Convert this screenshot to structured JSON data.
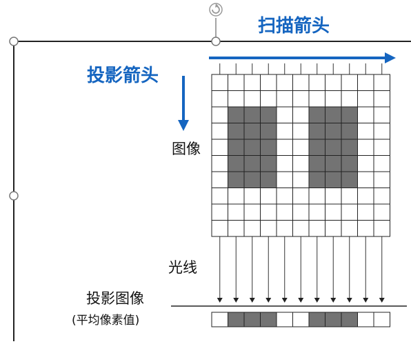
{
  "labels": {
    "scan_arrow": "扫描箭头",
    "projection_arrow": "投影箭头",
    "image": "图像",
    "rays": "光线",
    "projection_image": "投影图像",
    "projection_note": "(平均像素值)"
  },
  "grid": {
    "rows": 10,
    "cols": 11,
    "filled_cells": [
      [
        2,
        1
      ],
      [
        2,
        2
      ],
      [
        2,
        3
      ],
      [
        2,
        6
      ],
      [
        2,
        7
      ],
      [
        2,
        8
      ],
      [
        3,
        1
      ],
      [
        3,
        2
      ],
      [
        3,
        3
      ],
      [
        3,
        6
      ],
      [
        3,
        7
      ],
      [
        3,
        8
      ],
      [
        4,
        1
      ],
      [
        4,
        2
      ],
      [
        4,
        3
      ],
      [
        4,
        6
      ],
      [
        4,
        7
      ],
      [
        4,
        8
      ],
      [
        5,
        1
      ],
      [
        5,
        2
      ],
      [
        5,
        3
      ],
      [
        5,
        6
      ],
      [
        5,
        7
      ],
      [
        5,
        8
      ],
      [
        6,
        1
      ],
      [
        6,
        2
      ],
      [
        6,
        3
      ],
      [
        6,
        6
      ],
      [
        6,
        7
      ],
      [
        6,
        8
      ]
    ]
  },
  "projection": {
    "cells": 11,
    "filled_cells": [
      1,
      2,
      3,
      6,
      7,
      8
    ]
  },
  "colors": {
    "accent": "#1565c0",
    "fill": "#737373",
    "line": "#222222"
  }
}
